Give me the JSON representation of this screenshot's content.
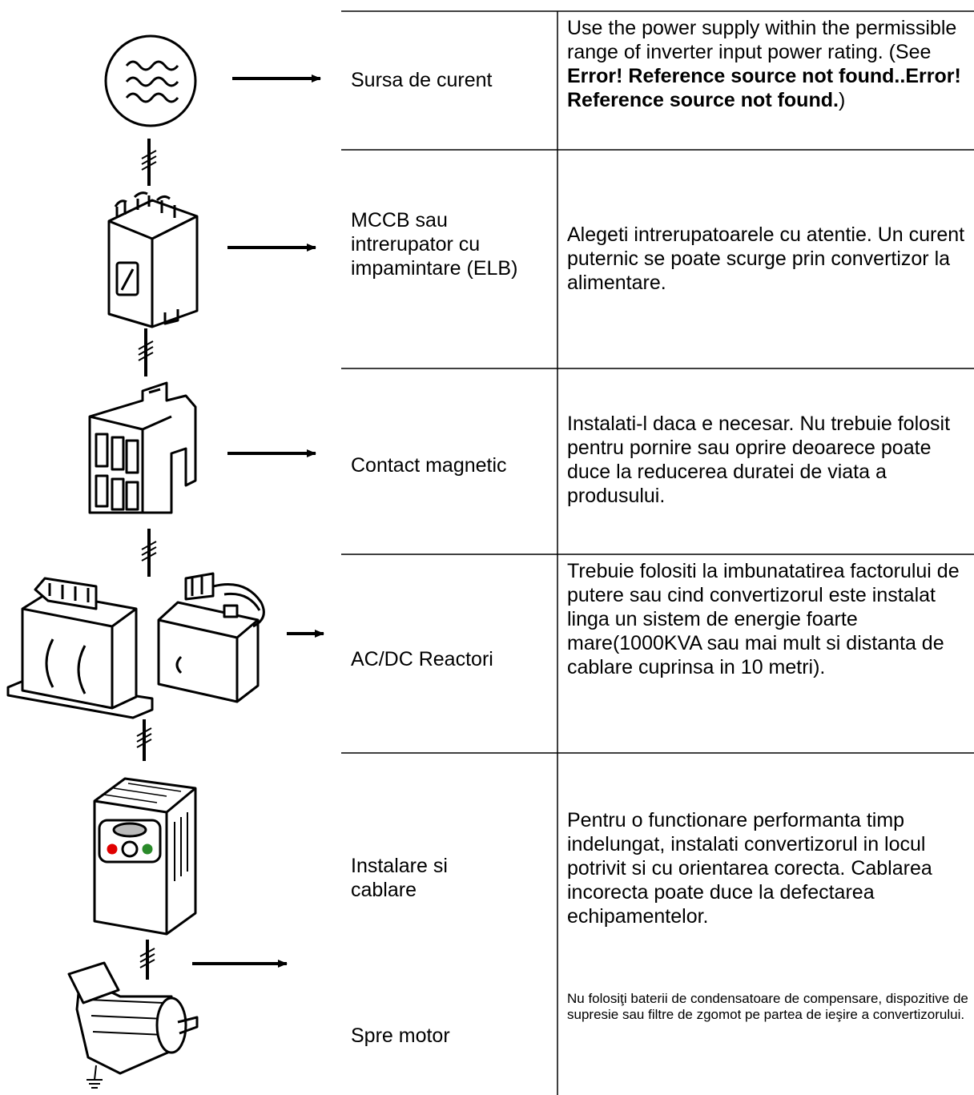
{
  "rows": [
    {
      "label": "Sursa de curent",
      "desc_parts": [
        "Use the power supply within the permissible range of inverter input power rating. (See ",
        "Error! Reference source not found.",
        ".",
        "Error! Reference source not found.",
        ")"
      ]
    },
    {
      "label": "MCCB sau intrerupator cu impamintare (ELB)",
      "desc": "Alegeti intrerupatoarele cu atentie. Un curent puternic se poate scurge prin convertizor la alimentare."
    },
    {
      "label": "Contact magnetic",
      "desc": "Instalati-l daca e necesar. Nu trebuie folosit pentru pornire sau oprire deoarece poate duce la reducerea duratei de viata a produsului."
    },
    {
      "label": "AC/DC Reactori",
      "desc": "Trebuie folositi la imbunatatirea factorului de putere sau cind convertizorul este instalat linga un sistem de energie foarte mare(1000KVA sau mai mult si distanta de cablare cuprinsa in 10 metri)."
    },
    {
      "label": "Instalare si cablare",
      "desc": "Pentru o functionare performanta timp indelungat, instalati convertizorul in locul potrivit si cu orientarea corecta. Cablarea incorecta poate duce la defectarea echipamentelor."
    },
    {
      "label": "Spre motor",
      "desc": "Nu folosiţi baterii de condensatoare de compensare, dispozitive de supresie sau filtre de zgomot pe partea de ieşire a convertizorului."
    }
  ]
}
